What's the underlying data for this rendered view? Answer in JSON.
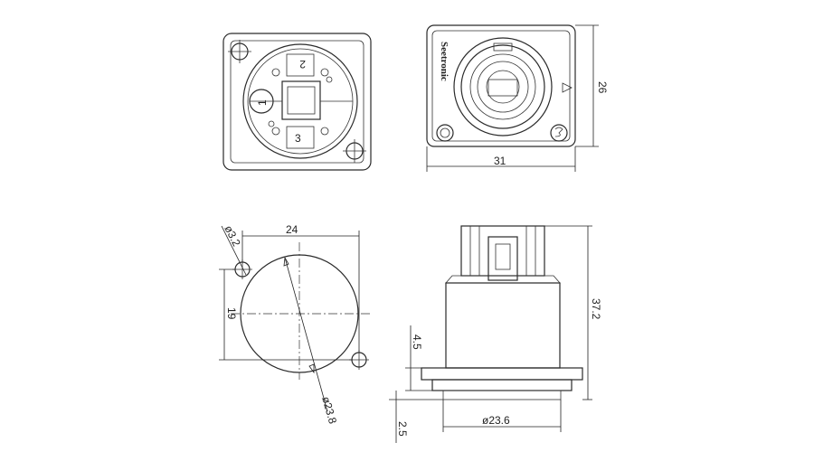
{
  "brand": "Seetronic",
  "dimensions": {
    "front_width": "31",
    "front_height": "26",
    "flange_width": "24",
    "hole_spacing": "19",
    "mount_hole_dia": "ø3.2",
    "cutout_dia": "ø23.8",
    "body_length": "37.2",
    "flange_thickness": "4.5",
    "flange_step": "2.5",
    "body_dia": "ø23.6"
  },
  "pin_labels": {
    "pin_1": "1",
    "pin_2": "2",
    "pin_3": "3"
  }
}
